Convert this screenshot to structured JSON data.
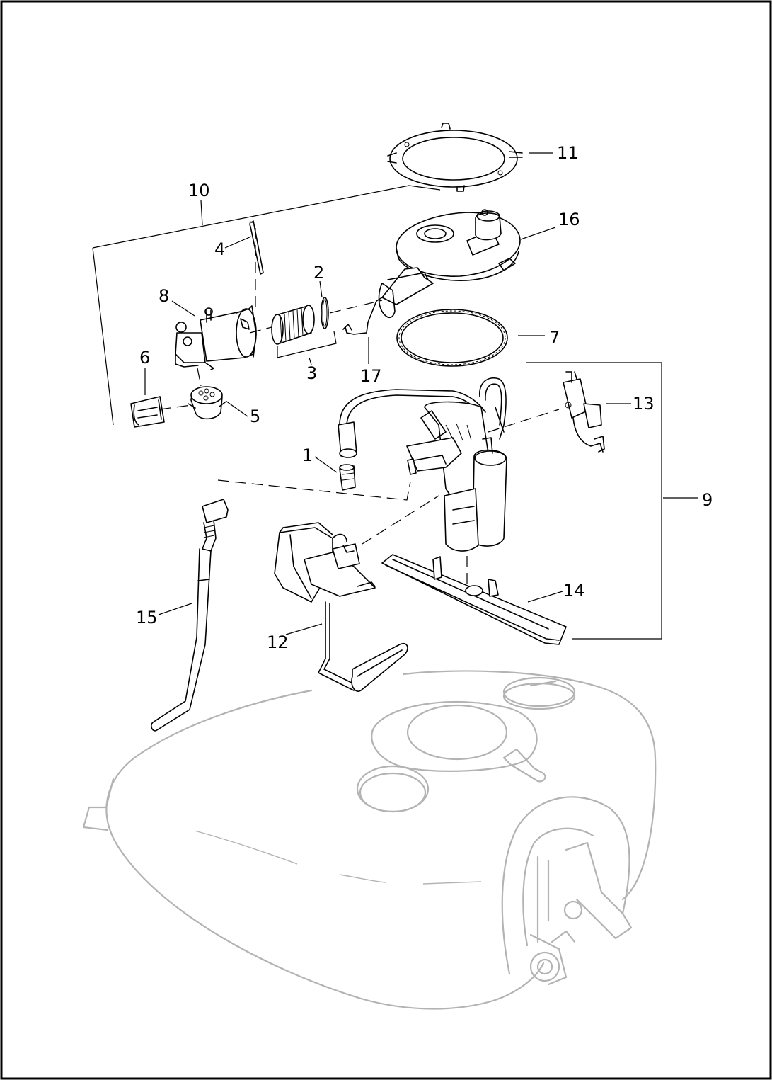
{
  "diagram": {
    "callouts": [
      "1",
      "2",
      "3",
      "4",
      "5",
      "6",
      "7",
      "8",
      "9",
      "10",
      "11",
      "12",
      "13",
      "14",
      "15",
      "16",
      "17"
    ],
    "colors": {
      "line": "#000000",
      "ghost": "#b3b3b3",
      "background": "#ffffff"
    }
  }
}
